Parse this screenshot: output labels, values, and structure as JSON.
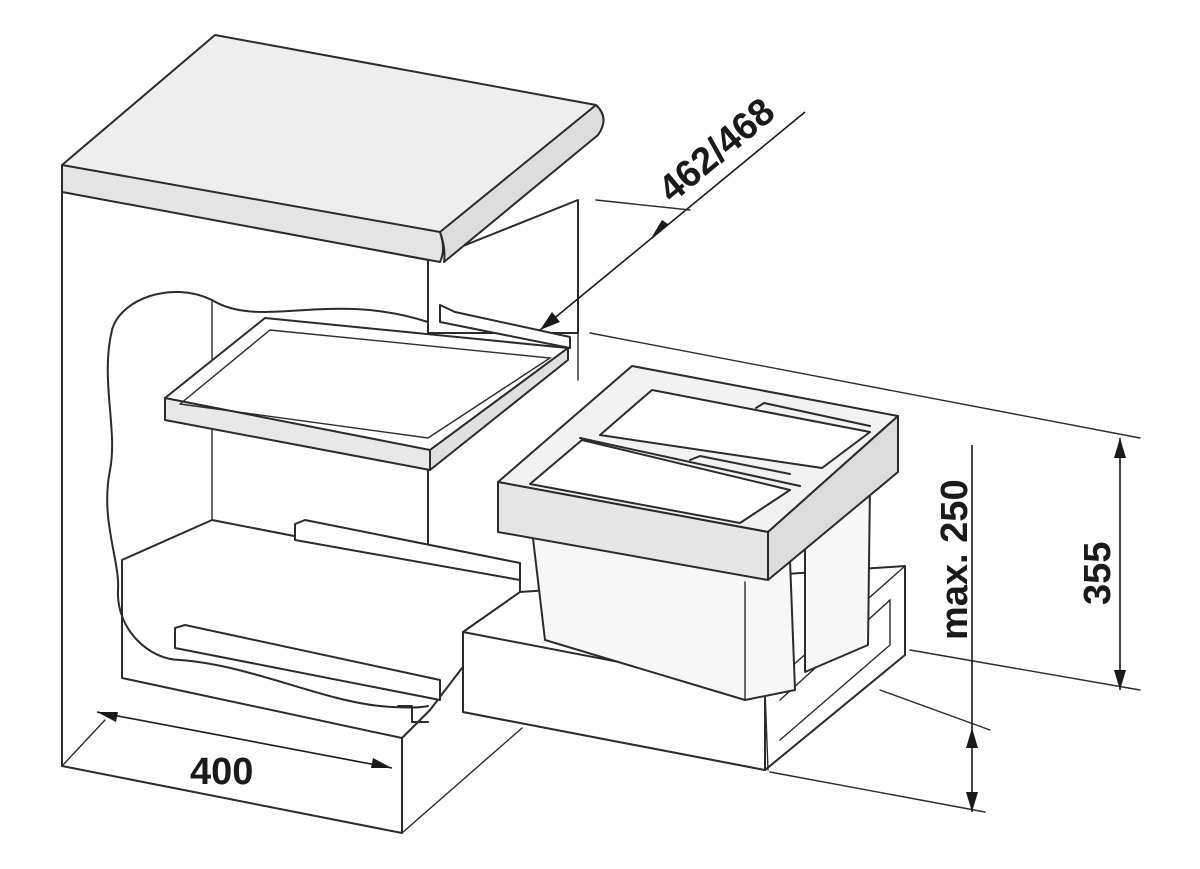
{
  "dimensions": {
    "depth_label": "462/468",
    "width_label": "400",
    "height_label": "355",
    "bin_height_label": "max. 250"
  },
  "colors": {
    "stroke": "#2b2b2b",
    "countertop": "#eeeeee",
    "cabinet": "#ffffff",
    "bin_frame": "#f2f2f2",
    "bin_bucket": "#f7f7f7"
  }
}
